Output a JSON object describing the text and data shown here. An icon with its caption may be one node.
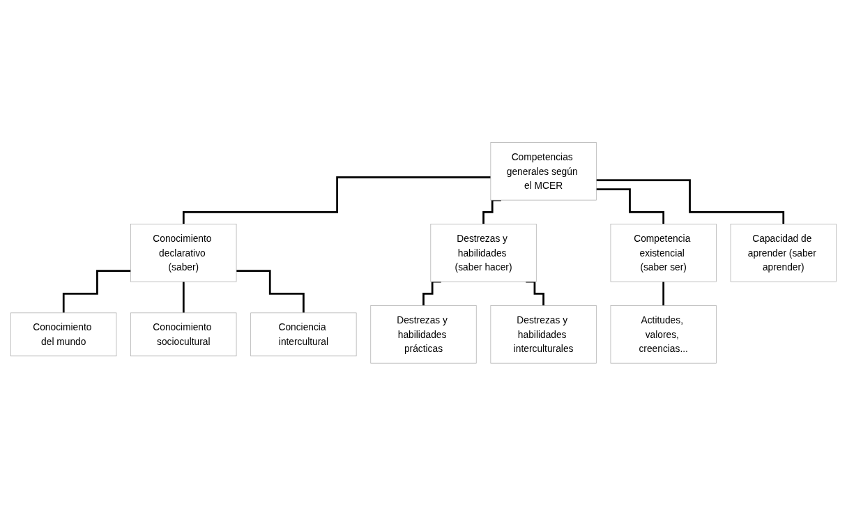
{
  "diagram": {
    "nodes": [
      {
        "text": [
          "Competencias generales según el MCER"
        ]
      },
      {
        "text": [
          "Conocimiento declarativo (saber)"
        ]
      },
      {
        "text": [
          "Destrezas y habilidades (saber hacer)"
        ]
      },
      {
        "text": [
          "Competencia existencial (saber ser)"
        ]
      },
      {
        "text": [
          "Capacidad de aprender (saber aprender)"
        ]
      },
      {
        "text": [
          "Conocimiento del mundo"
        ]
      },
      {
        "text": [
          "Conocimiento sociocultural"
        ]
      },
      {
        "text": [
          "Conciencia intercultural"
        ]
      },
      {
        "text": [
          "Destrezas y habilidades prácticas"
        ]
      },
      {
        "text": [
          "Destrezas y habilidades interculturales"
        ]
      },
      {
        "text": [
          "Actitudes, valores, creencias..."
        ]
      }
    ],
    "edges": [
      {
        "from": 0,
        "to": 1,
        "arrow": "none"
      },
      {
        "from": 0,
        "to": 2,
        "arrow": "none"
      },
      {
        "from": 0,
        "to": 3,
        "arrow": "none"
      },
      {
        "from": 0,
        "to": 4,
        "arrow": "none"
      },
      {
        "from": 1,
        "to": 5,
        "arrow": "none"
      },
      {
        "from": 1,
        "to": 6,
        "arrow": "none"
      },
      {
        "from": 1,
        "to": 7,
        "arrow": "none"
      },
      {
        "from": 2,
        "to": 8,
        "arrow": "none"
      },
      {
        "from": 2,
        "to": 9,
        "arrow": "none"
      },
      {
        "from": 3,
        "to": 10,
        "arrow": "none"
      }
    ]
  }
}
